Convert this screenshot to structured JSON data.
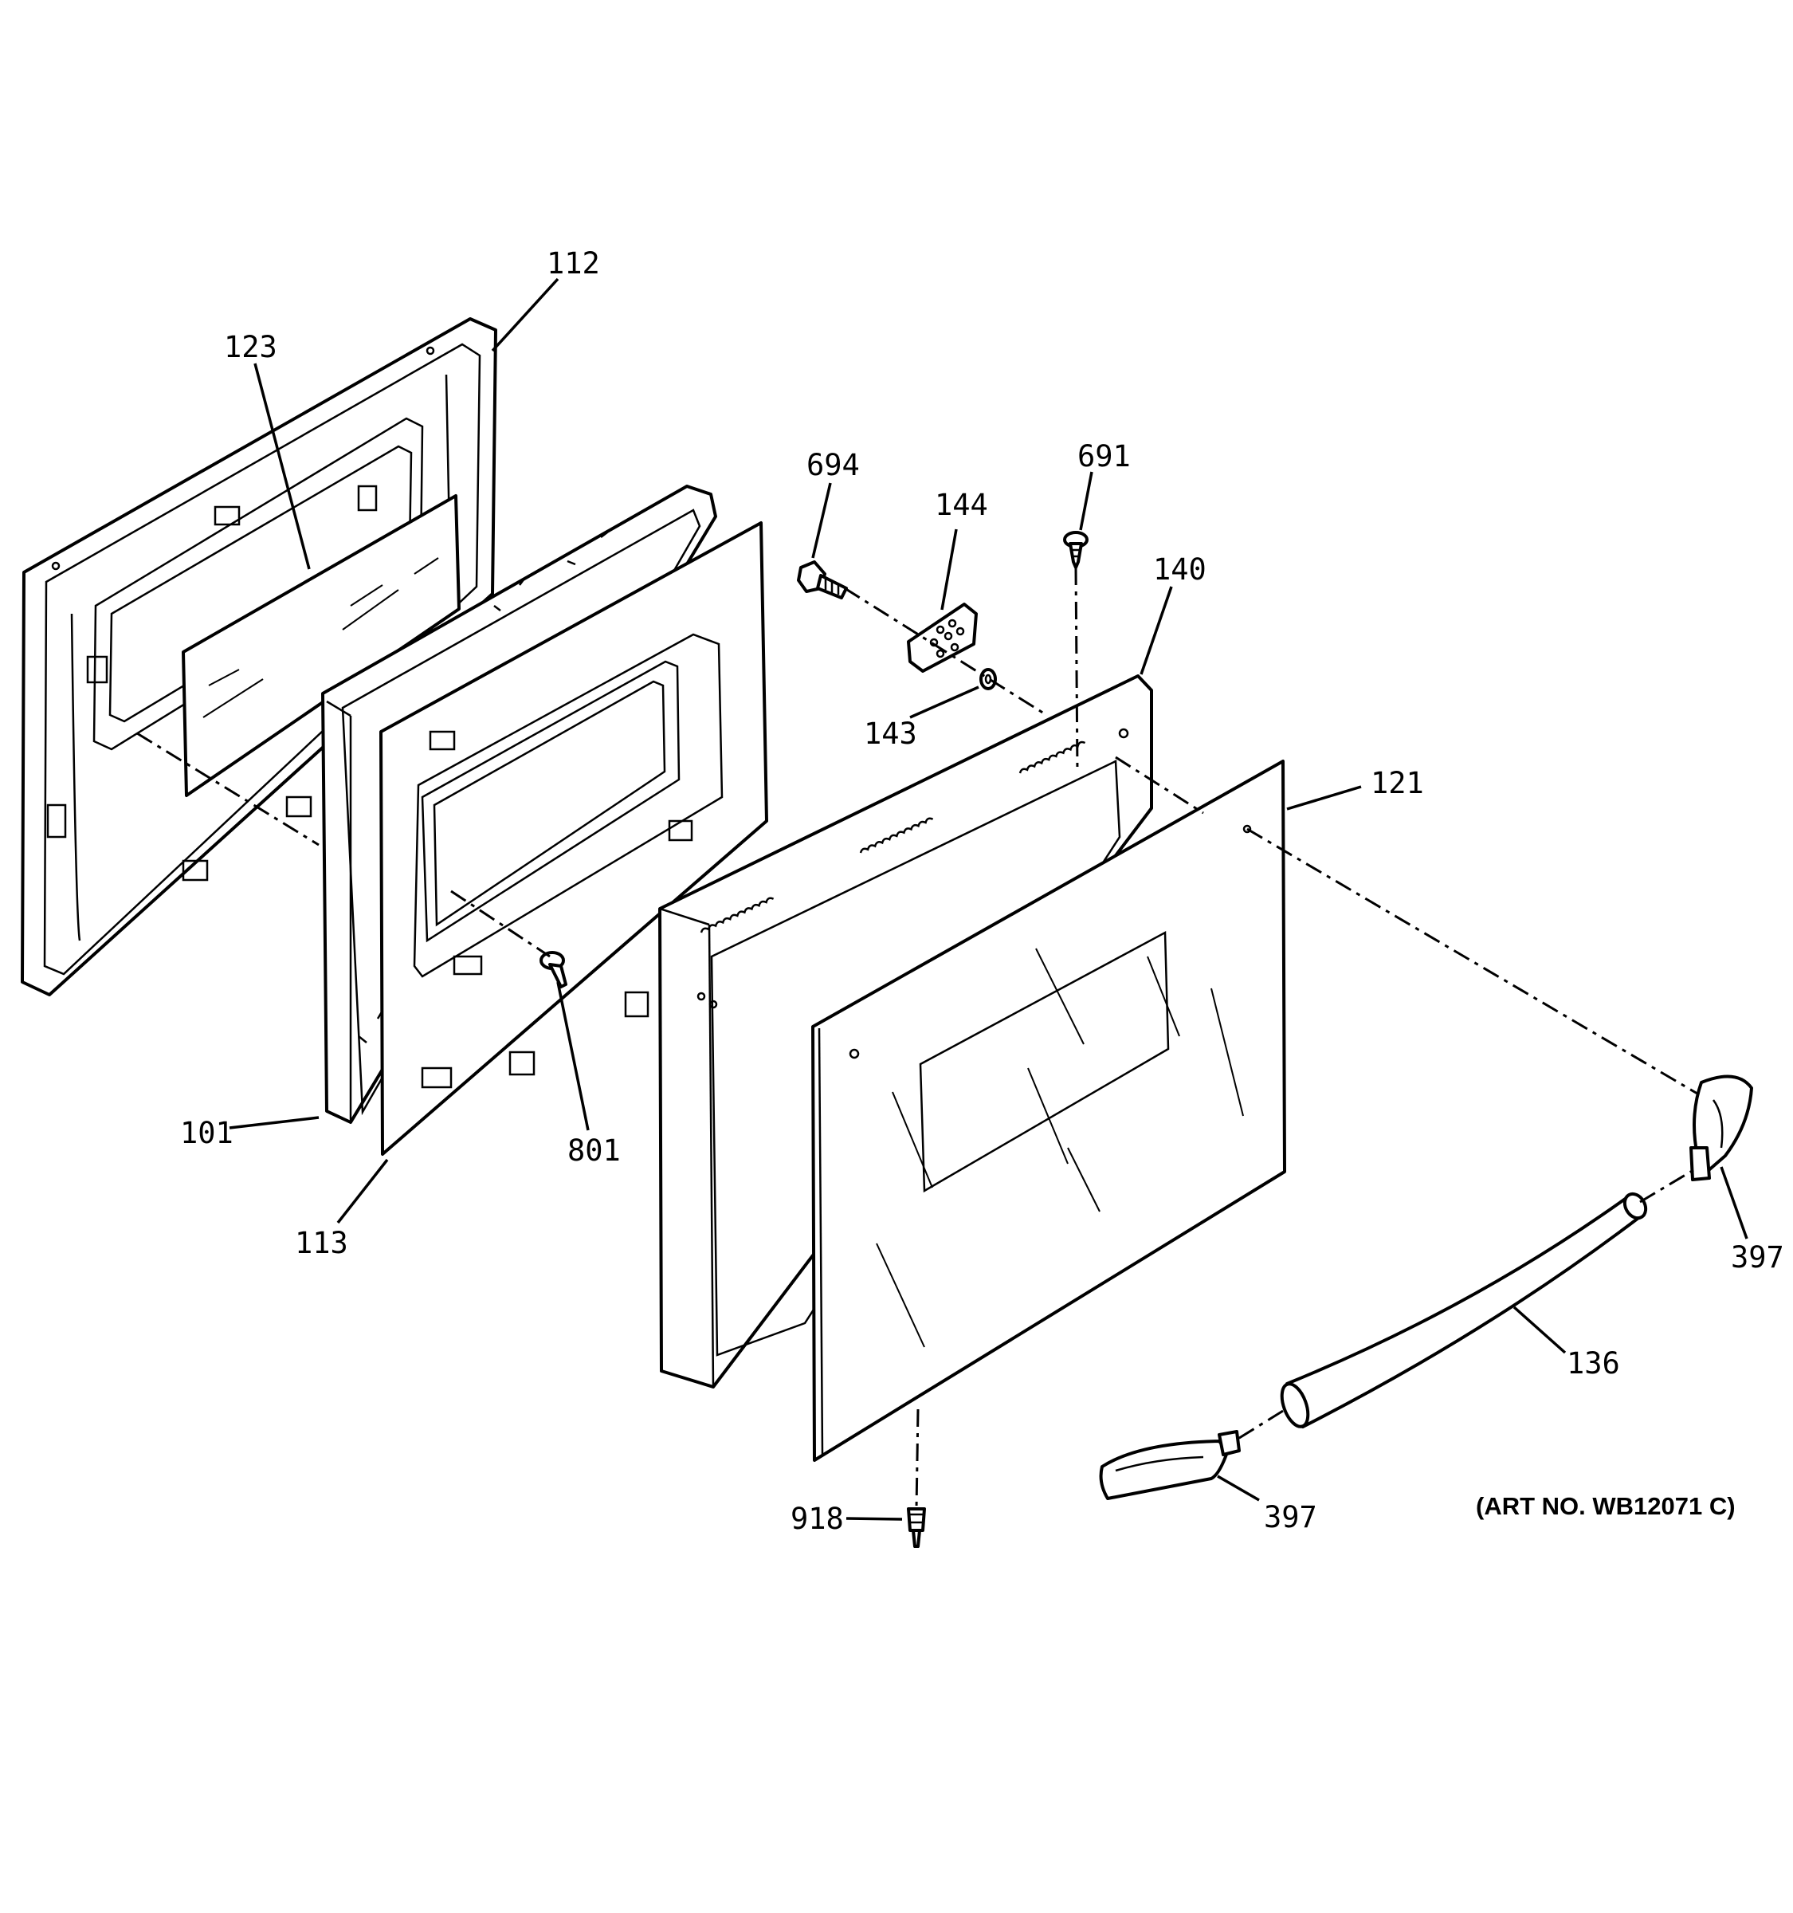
{
  "labels": {
    "p112": "112",
    "p123": "123",
    "p694": "694",
    "p144": "144",
    "p691": "691",
    "p140": "140",
    "p143": "143",
    "p121": "121",
    "p101": "101",
    "p801": "801",
    "p113": "113",
    "p397_right": "397",
    "p136": "136",
    "p918": "918",
    "p397_bottom": "397"
  },
  "art_number": "(ART NO. WB12071 C)"
}
